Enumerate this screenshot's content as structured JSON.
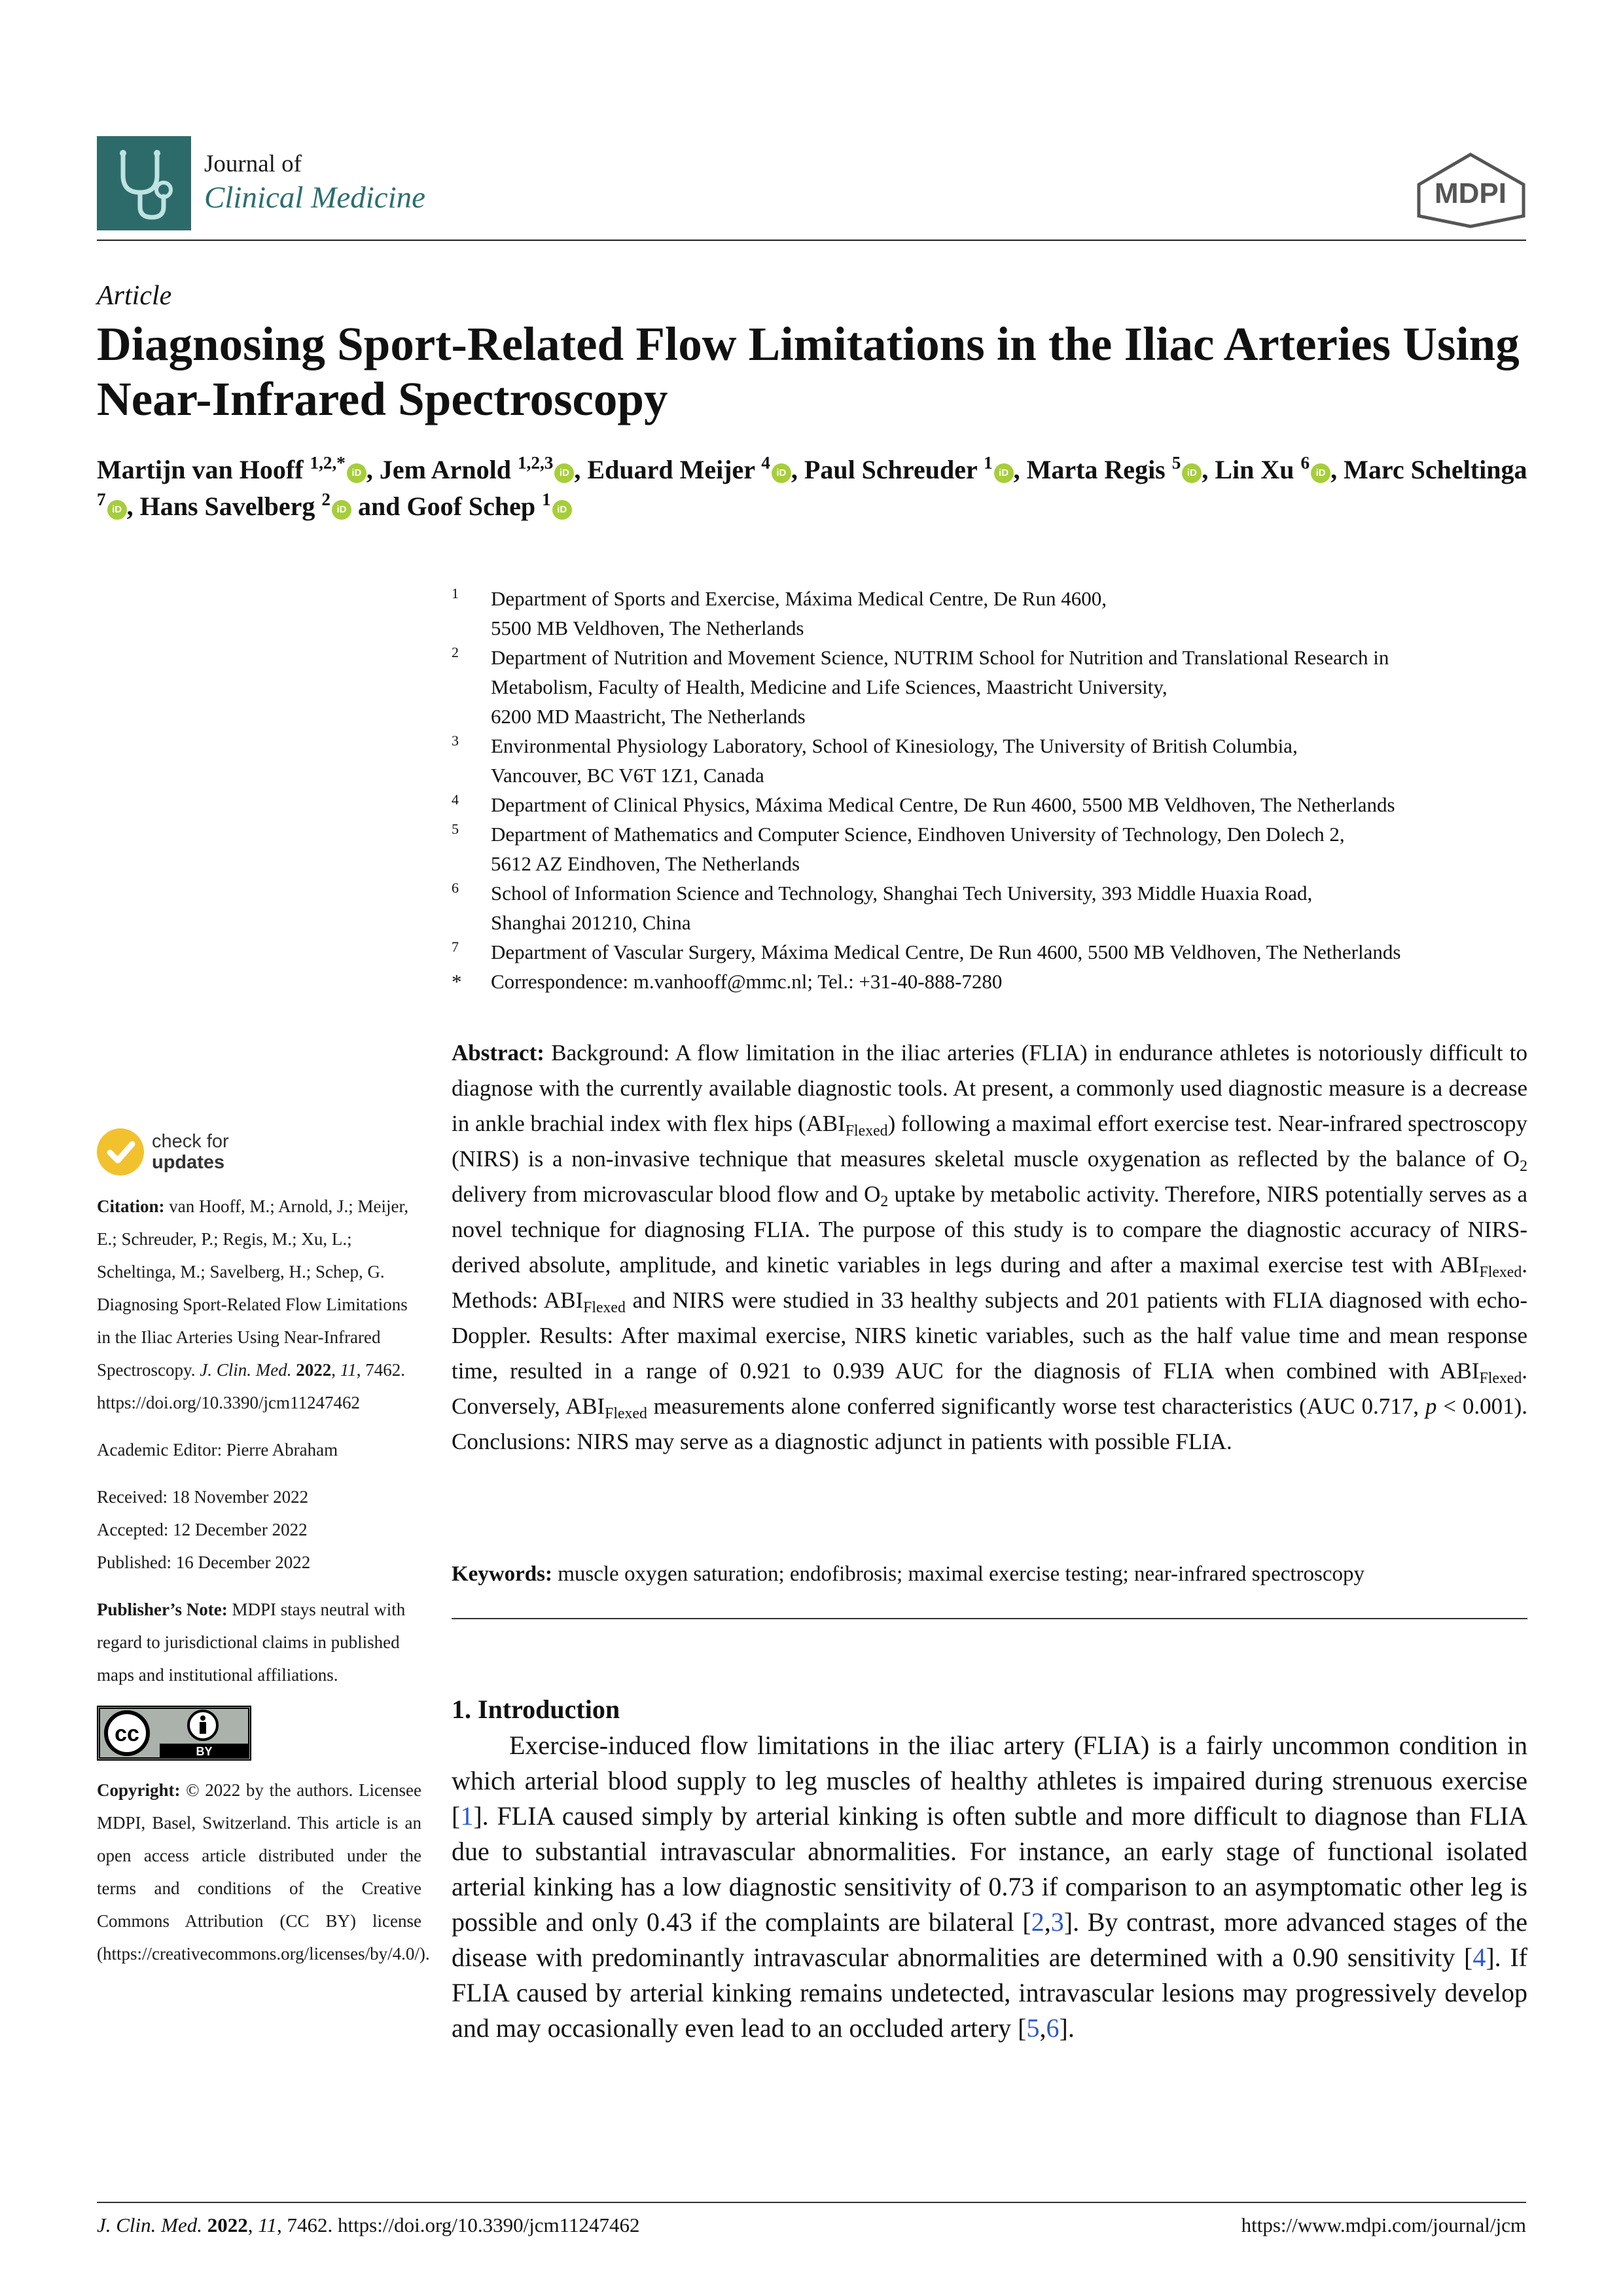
{
  "header": {
    "journal_of": "Journal of",
    "journal_title": "Clinical Medicine",
    "publisher_logo_text": "MDPI",
    "brand_color": "#2d6b6b"
  },
  "article": {
    "type": "Article",
    "title": "Diagnosing Sport-Related Flow Limitations in the Iliac Arteries Using Near-Infrared Spectroscopy"
  },
  "authors": [
    {
      "name": "Martijn van Hooff",
      "aff": "1,2,*"
    },
    {
      "name": "Jem Arnold",
      "aff": "1,2,3"
    },
    {
      "name": "Eduard Meijer",
      "aff": "4"
    },
    {
      "name": "Paul Schreuder",
      "aff": "1"
    },
    {
      "name": "Marta Regis",
      "aff": "5"
    },
    {
      "name": "Lin Xu",
      "aff": "6"
    },
    {
      "name": "Marc Scheltinga",
      "aff": "7"
    },
    {
      "name": "Hans Savelberg",
      "aff": "2"
    },
    {
      "name": "Goof Schep",
      "aff": "1"
    }
  ],
  "authors_connector": "and",
  "affiliations": [
    {
      "num": "1",
      "lines": [
        "Department of Sports and Exercise, Máxima Medical Centre, De Run 4600,",
        "5500 MB Veldhoven, The Netherlands"
      ]
    },
    {
      "num": "2",
      "lines": [
        "Department of Nutrition and Movement Science, NUTRIM School for Nutrition and Translational Research in",
        "Metabolism, Faculty of Health, Medicine and Life Sciences, Maastricht University,",
        "6200 MD Maastricht, The Netherlands"
      ]
    },
    {
      "num": "3",
      "lines": [
        "Environmental Physiology Laboratory, School of Kinesiology, The University of British Columbia,",
        "Vancouver, BC V6T 1Z1, Canada"
      ]
    },
    {
      "num": "4",
      "lines": [
        "Department of Clinical Physics, Máxima Medical Centre, De Run 4600, 5500 MB Veldhoven, The Netherlands"
      ]
    },
    {
      "num": "5",
      "lines": [
        "Department of Mathematics and Computer Science, Eindhoven University of Technology, Den Dolech 2,",
        "5612 AZ Eindhoven, The Netherlands"
      ]
    },
    {
      "num": "6",
      "lines": [
        "School of Information Science and Technology, Shanghai Tech University, 393 Middle Huaxia Road,",
        "Shanghai 201210, China"
      ]
    },
    {
      "num": "7",
      "lines": [
        "Department of Vascular Surgery, Máxima Medical Centre, De Run 4600, 5500 MB Veldhoven, The Netherlands"
      ]
    }
  ],
  "correspondence": {
    "marker": "*",
    "text": "Correspondence: m.vanhooff@mmc.nl; Tel.: +31-40-888-7280"
  },
  "abstract": {
    "label": "Abstract:",
    "text": "Background: A flow limitation in the iliac arteries (FLIA) in endurance athletes is notoriously difficult to diagnose with the currently available diagnostic tools. At present, a commonly used diagnostic measure is a decrease in ankle brachial index with flex hips (ABI_Flexed) following a maximal effort exercise test. Near-infrared spectroscopy (NIRS) is a non-invasive technique that measures skeletal muscle oxygenation as reflected by the balance of O2 delivery from microvascular blood flow and O2 uptake by metabolic activity. Therefore, NIRS potentially serves as a novel technique for diagnosing FLIA. The purpose of this study is to compare the diagnostic accuracy of NIRS-derived absolute, amplitude, and kinetic variables in legs during and after a maximal exercise test with ABI_Flexed. Methods: ABI_Flexed and NIRS were studied in 33 healthy subjects and 201 patients with FLIA diagnosed with echo-Doppler. Results: After maximal exercise, NIRS kinetic variables, such as the half value time and mean response time, resulted in a range of 0.921 to 0.939 AUC for the diagnosis of FLIA when combined with ABI_Flexed. Conversely, ABI_Flexed measurements alone conferred significantly worse test characteristics (AUC 0.717, p < 0.001). Conclusions: NIRS may serve as a diagnostic adjunct in patients with possible FLIA."
  },
  "keywords": {
    "label": "Keywords:",
    "text": "muscle oxygen saturation; endofibrosis; maximal exercise testing; near-infrared spectroscopy"
  },
  "intro": {
    "heading": "1. Introduction",
    "text": "Exercise-induced flow limitations in the iliac artery (FLIA) is a fairly uncommon condition in which arterial blood supply to leg muscles of healthy athletes is impaired during strenuous exercise [1]. FLIA caused simply by arterial kinking is often subtle and more difficult to diagnose than FLIA due to substantial intravascular abnormalities. For instance, an early stage of functional isolated arterial kinking has a low diagnostic sensitivity of 0.73 if comparison to an asymptomatic other leg is possible and only 0.43 if the complaints are bilateral [2,3]. By contrast, more advanced stages of the disease with predominantly intravascular abnormalities are determined with a 0.90 sensitivity [4]. If FLIA caused by arterial kinking remains undetected, intravascular lesions may progressively develop and may occasionally even lead to an occluded artery [5,6]."
  },
  "sidebar": {
    "check_updates_line1": "check for",
    "check_updates_line2": "updates",
    "citation_label": "Citation:",
    "citation_text": "van Hooff, M.; Arnold, J.; Meijer, E.; Schreuder, P.; Regis, M.; Xu, L.; Scheltinga, M.; Savelberg, H.; Schep, G. Diagnosing Sport-Related Flow Limitations in the Iliac Arteries Using Near-Infrared Spectroscopy.",
    "citation_journal": "J. Clin. Med.",
    "citation_year": "2022",
    "citation_volume": "11",
    "citation_rest": ", 7462. https://doi.org/10.3390/jcm11247462",
    "academic_editor": "Academic Editor: Pierre Abraham",
    "received": "Received: 18 November 2022",
    "accepted": "Accepted: 12 December 2022",
    "published": "Published: 16 December 2022",
    "publisher_note_label": "Publisher’s Note:",
    "publisher_note_text": "MDPI stays neutral with regard to jurisdictional claims in published maps and institutional affiliations.",
    "cc_badge_text": "BY",
    "copyright_label": "Copyright:",
    "copyright_text": "© 2022 by the authors. Licensee MDPI, Basel, Switzerland. This article is an open access article distributed under the terms and conditions of the Creative Commons Attribution (CC BY) license (https://creativecommons.org/licenses/by/4.0/)."
  },
  "footer": {
    "journal": "J. Clin. Med.",
    "year": "2022",
    "volume": "11",
    "rest": ", 7462. https://doi.org/10.3390/jcm11247462",
    "url": "https://www.mdpi.com/journal/jcm"
  }
}
